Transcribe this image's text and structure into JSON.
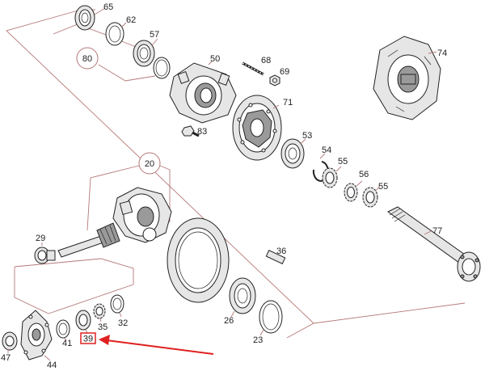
{
  "diagram": {
    "callouts": {
      "p65": "65",
      "p62": "62",
      "p57": "57",
      "p80": "80",
      "p50": "50",
      "p68": "68",
      "p69": "69",
      "p74": "74",
      "p71": "71",
      "p83": "83",
      "p53": "53",
      "p54": "54",
      "p55a": "55",
      "p56": "56",
      "p55b": "55",
      "p20": "20",
      "p77": "77",
      "p29": "29",
      "p36": "36",
      "p26": "26",
      "p23": "23",
      "p47": "47",
      "p44": "44",
      "p41": "41",
      "p39": "39",
      "p35": "35",
      "p32": "32"
    },
    "highlight_color": "#e02020",
    "line_color": "#b57878"
  }
}
